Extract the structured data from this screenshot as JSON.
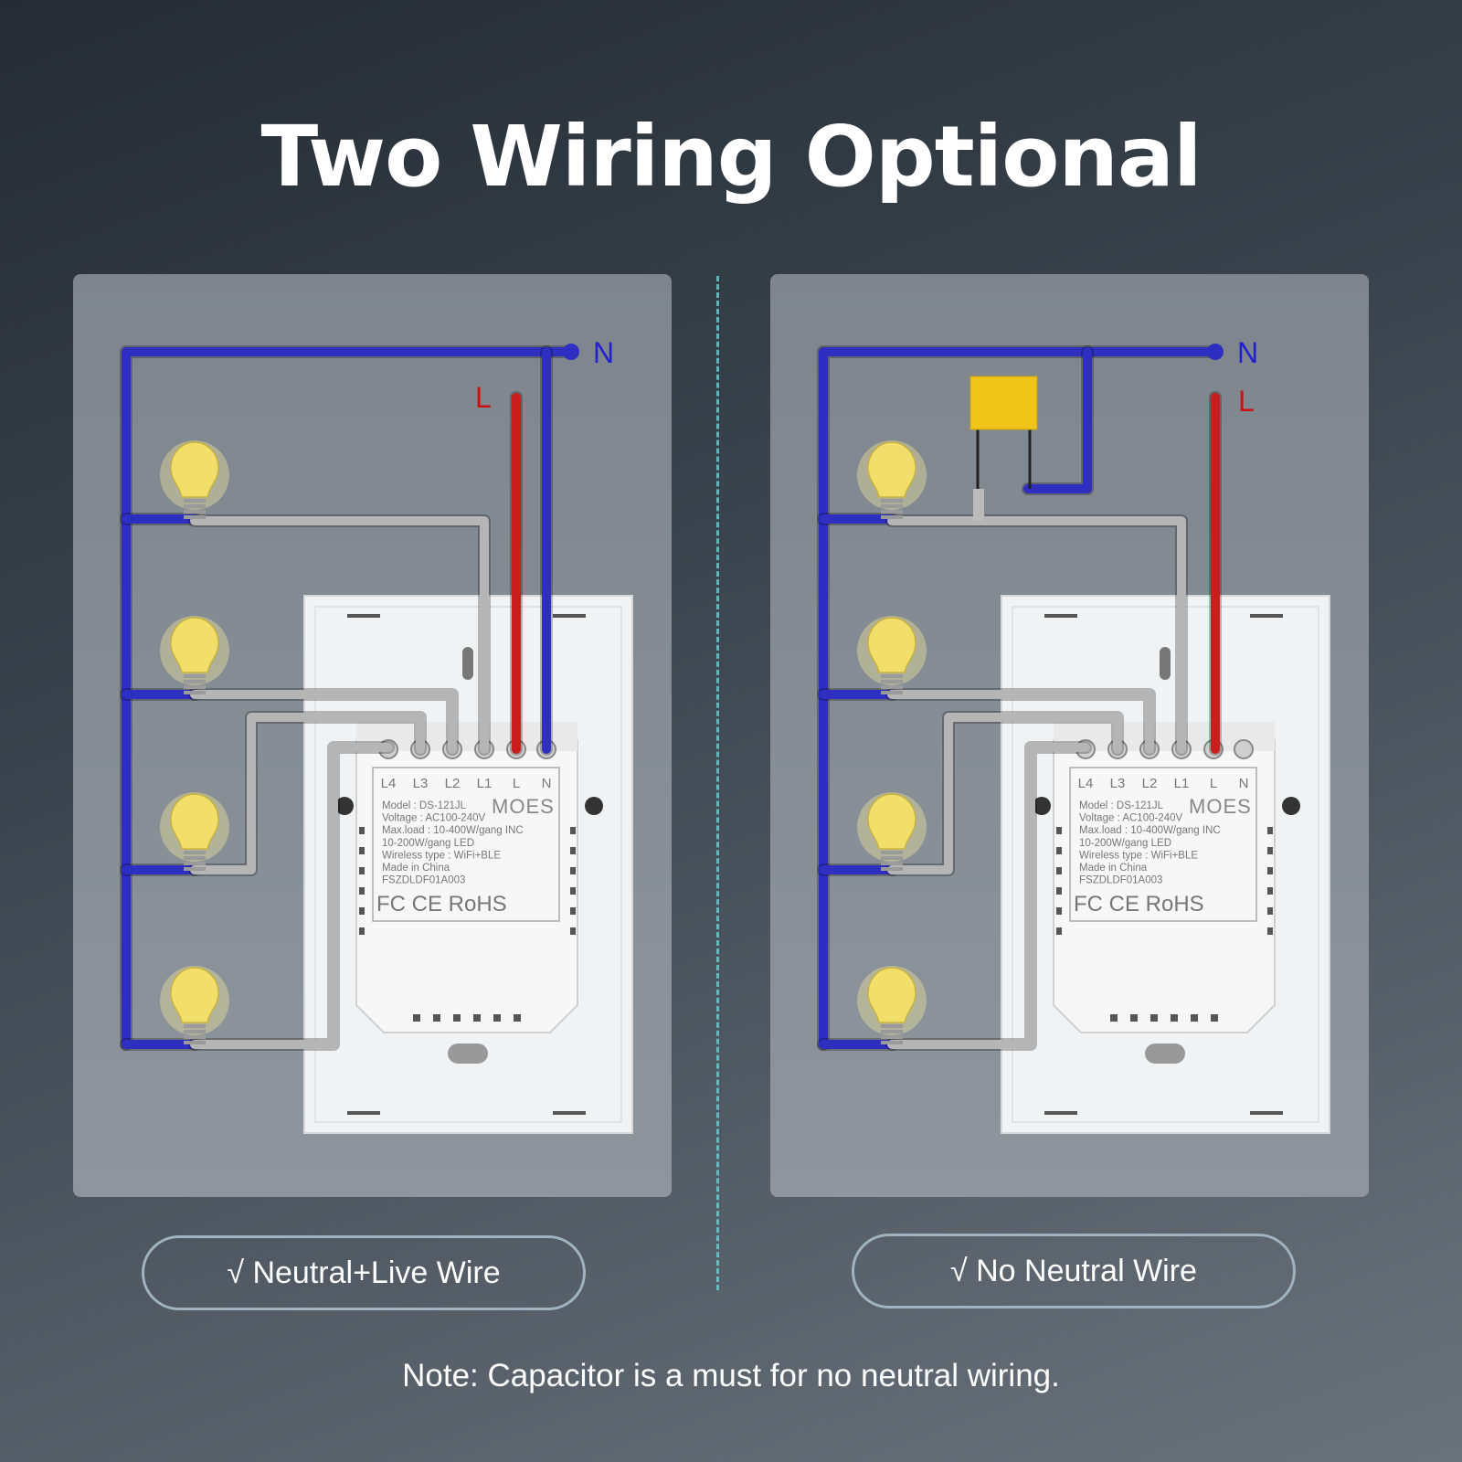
{
  "title": "Two Wiring Optional",
  "left": {
    "label": "√ Neutral+Live Wire",
    "wire_n": "N",
    "wire_l": "L"
  },
  "right": {
    "label": "√ No Neutral Wire",
    "wire_n": "N",
    "wire_l": "L"
  },
  "module": {
    "terminals": [
      "L4",
      "L3",
      "L2",
      "L1",
      "L",
      "N"
    ],
    "brand": "MOES",
    "lines": [
      "Model : DS-121JL",
      "Voltage : AC100-240V",
      "Max.load : 10-400W/gang  INC",
      "                 10-200W/gang  LED",
      "Wireless type : WiFi+BLE",
      "Made in China",
      "FSZDLDF01A003"
    ],
    "certs": "FC CE RoHS"
  },
  "colors": {
    "neutral": "#2e2fc0",
    "live": "#c81e1e",
    "load": "#b9b9b9",
    "capacitor": "#f0c419"
  },
  "note": "Note: Capacitor is a must for no neutral wiring."
}
